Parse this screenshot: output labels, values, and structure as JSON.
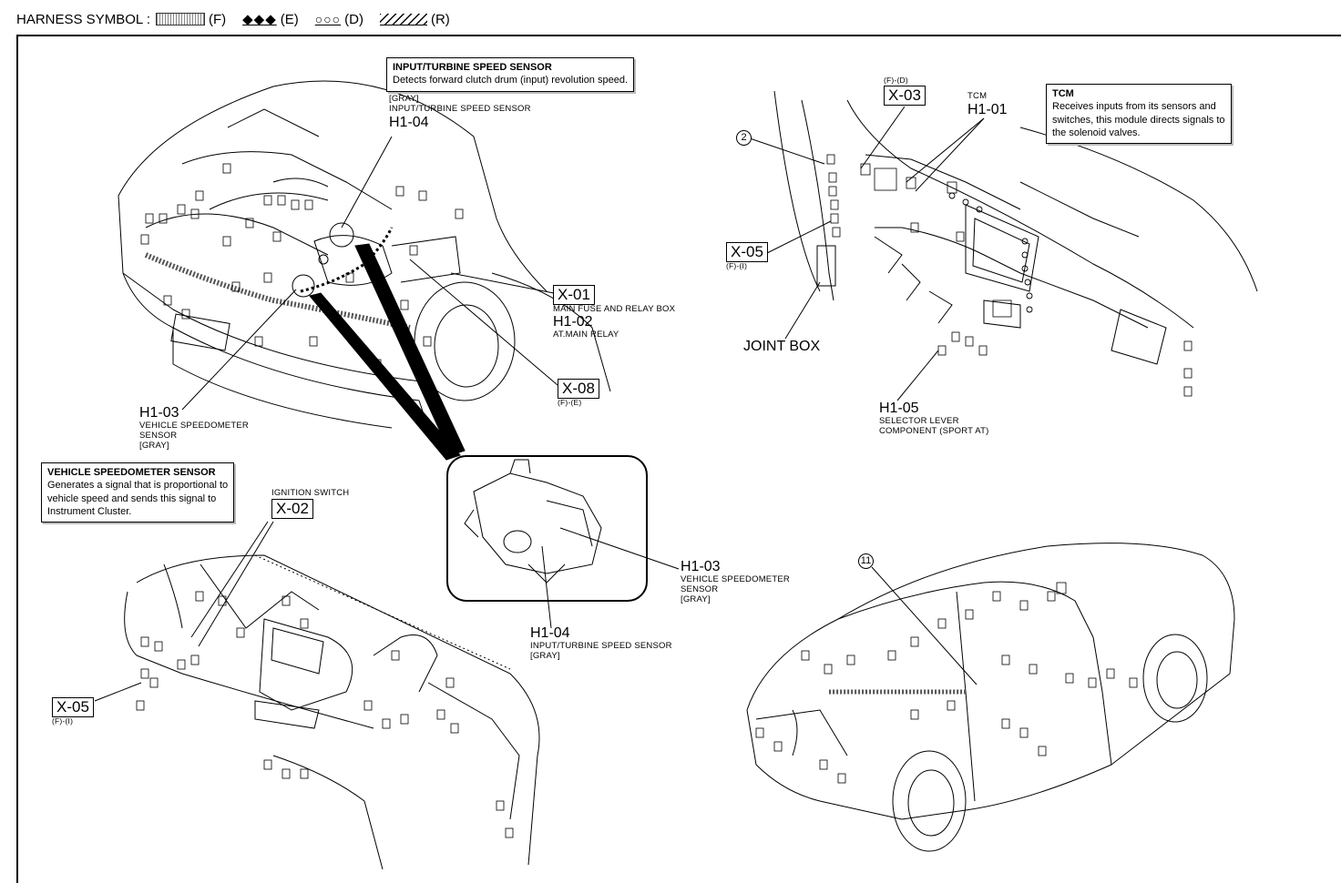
{
  "harness_symbol": {
    "label": "HARNESS SYMBOL :",
    "f": "(F)",
    "e_glyph": "◆◆◆",
    "e": "(E)",
    "d_glyph": "○○○",
    "d": "(D)",
    "r": "(R)"
  },
  "callouts": {
    "input_sensor": {
      "title": "INPUT/TURBINE SPEED SENSOR",
      "text": "Detects forward clutch drum (input) revolution speed."
    },
    "tcm": {
      "title": "TCM",
      "line1": "Receives inputs from its sensors and",
      "line2": "switches, this module directs signals to",
      "line3": "the solenoid valves."
    },
    "speedo": {
      "title": "VEHICLE SPEEDOMETER SENSOR",
      "line1": "Generates a signal that is proportional to",
      "line2": "vehicle speed and sends this signal to",
      "line3": "Instrument Cluster."
    }
  },
  "labels": {
    "h104_top": {
      "gray": "[GRAY]",
      "name": "INPUT/TURBINE SPEED SENSOR",
      "code": "H1-04"
    },
    "x01": {
      "code": "X-01",
      "name": "MAIN FUSE AND RELAY BOX"
    },
    "h102": {
      "code": "H1-02",
      "name": "AT.MAIN RELAY"
    },
    "x08": {
      "code": "X-08",
      "sub": "(F)-(E)"
    },
    "h103_top": {
      "code": "H1-03",
      "l1": "VEHICLE SPEEDOMETER",
      "l2": "SENSOR",
      "l3": "[GRAY]"
    },
    "x03": {
      "sub": "(F)-(D)",
      "code": "X-03"
    },
    "tcm": {
      "name": "TCM",
      "code": "H1-01"
    },
    "x05_top": {
      "code": "X-05",
      "sub": "(F)-(I)"
    },
    "joint_box": "JOINT BOX",
    "h105": {
      "code": "H1-05",
      "l1": "SELECTOR LEVER",
      "l2": "COMPONENT (SPORT AT)"
    },
    "ignition": {
      "name": "IGNITION SWITCH",
      "code": "X-02"
    },
    "x05_bottom": {
      "code": "X-05",
      "sub": "(F)-(I)"
    },
    "h103_inset": {
      "code": "H1-03",
      "l1": "VEHICLE SPEEDOMETER",
      "l2": "SENSOR",
      "l3": "[GRAY]"
    },
    "h104_inset": {
      "code": "H1-04",
      "l1": "INPUT/TURBINE SPEED SENSOR",
      "l2": "[GRAY]"
    },
    "circle_2": "2",
    "circle_11": "11"
  }
}
